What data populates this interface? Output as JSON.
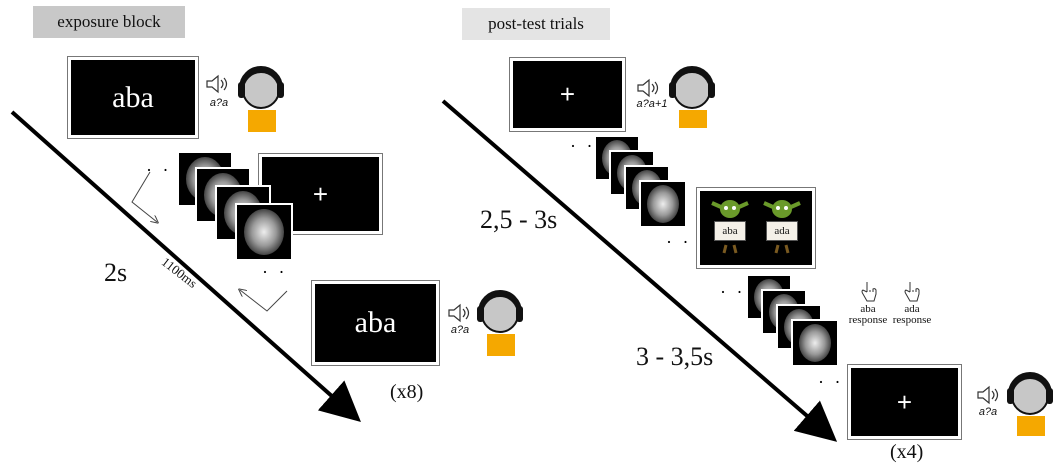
{
  "sections": {
    "exposure": {
      "label": "exposure block"
    },
    "posttest": {
      "label": "post-test trials"
    }
  },
  "exposure": {
    "screen1_word": "aba",
    "audio1": "a?a",
    "fixation": "+",
    "screen2_word": "aba",
    "audio2": "a?a",
    "duration_total": "2s",
    "isi": "1100ms",
    "repeat": "(x8)"
  },
  "posttest": {
    "fixation1": "+",
    "audio1": "a?a+1",
    "timing1": "2,5 - 3s",
    "choice_left": "aba",
    "choice_right": "ada",
    "timing2": "3 - 3,5s",
    "response_left_1": "aba",
    "response_left_2": "response",
    "response_right_1": "ada",
    "response_right_2": "response",
    "fixation2": "+",
    "audio2": "a?a",
    "repeat": "(x4)"
  },
  "icons": {
    "speaker": "speaker-icon",
    "listener": "listener-with-headphones-icon",
    "brain": "brain-scan-icon",
    "hand": "pointing-hand-icon",
    "monster": "green-creature-icon"
  },
  "colors": {
    "screen": "#000000",
    "label_bg_exposure": "#c8c8c8",
    "label_bg_posttest": "#e4e4e4",
    "head": "#c7c7c7",
    "torso": "#f5a800",
    "arrow": "#000000"
  }
}
